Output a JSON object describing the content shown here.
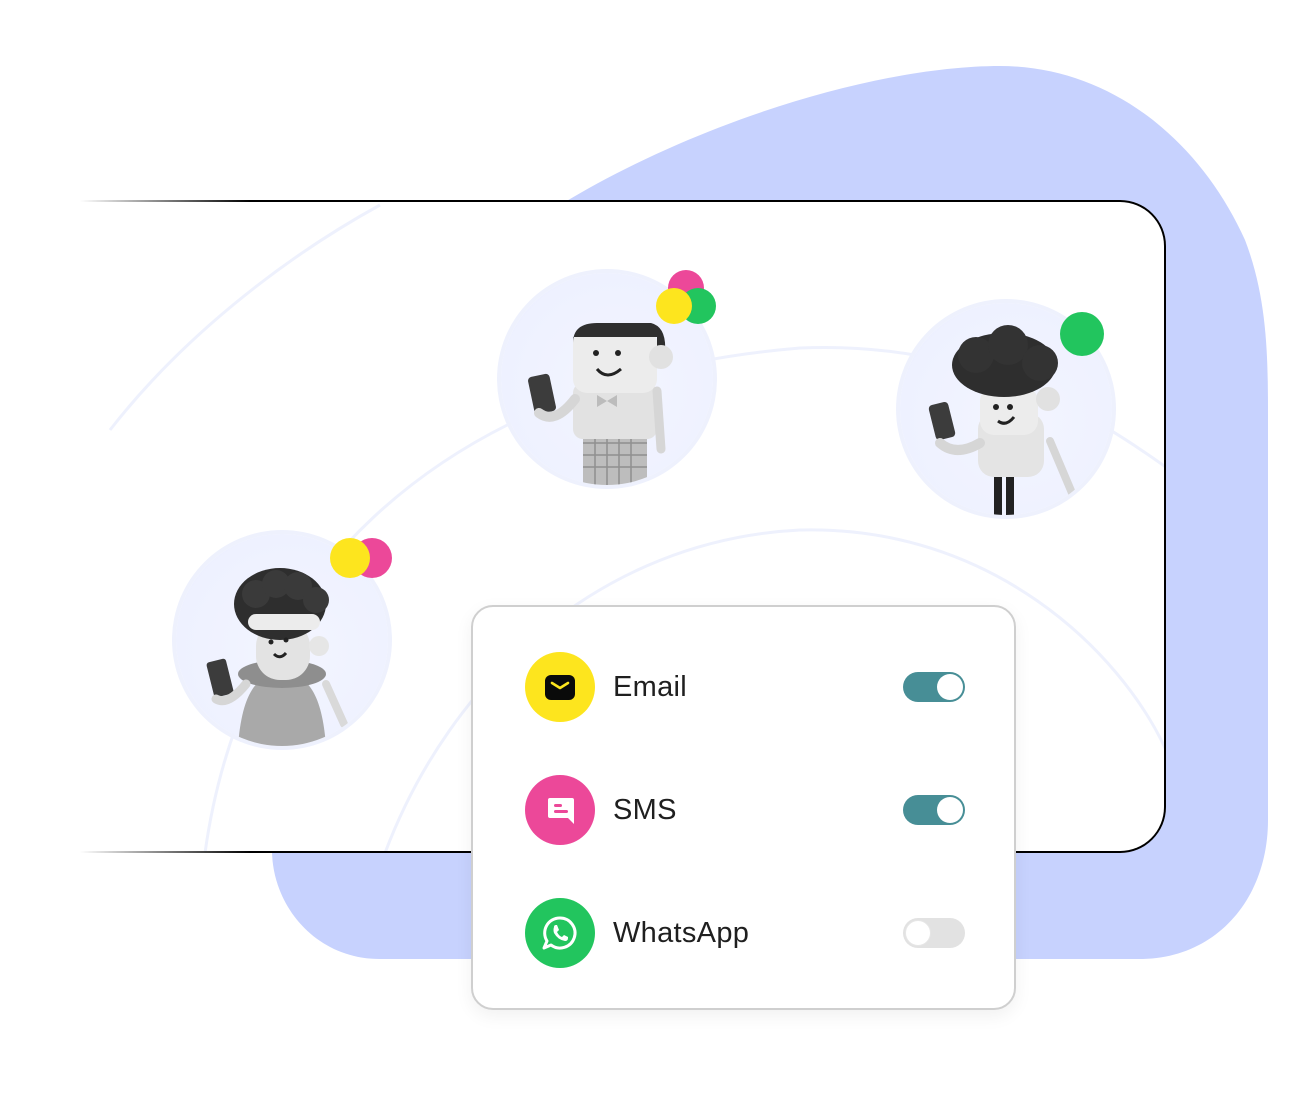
{
  "illustration": {
    "background_blob_color": "#c7d2fe",
    "frame_border_color": "#000000",
    "avatars": [
      {
        "id": "avatar-left",
        "description": "curly-haired character with headband holding phone",
        "badges": [
          "#fde51e",
          "#ec4899"
        ]
      },
      {
        "id": "avatar-middle",
        "description": "square-headed character with bow tie holding phone",
        "badges": [
          "#ec4899",
          "#22c55e",
          "#fde51e"
        ]
      },
      {
        "id": "avatar-right",
        "description": "curly-haired character holding phone",
        "badges": [
          "#22c55e"
        ]
      }
    ]
  },
  "channels_panel": {
    "items": [
      {
        "label": "Email",
        "icon": "email-icon",
        "icon_bg": "#fde51e",
        "enabled": true
      },
      {
        "label": "SMS",
        "icon": "sms-chat-icon",
        "icon_bg": "#ec4899",
        "enabled": true
      },
      {
        "label": "WhatsApp",
        "icon": "whatsapp-icon",
        "icon_bg": "#22c55e",
        "enabled": false
      }
    ],
    "toggle_on_color": "#478e96",
    "toggle_off_color": "#e2e2e2"
  }
}
